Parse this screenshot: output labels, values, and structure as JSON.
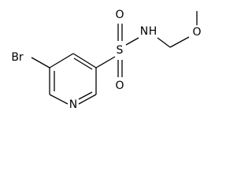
{
  "structure": {
    "atoms": {
      "bromine": "Br",
      "ring_nitrogen": "N",
      "sulfur": "S",
      "sulfonyl_oxygen_top": "O",
      "sulfonyl_oxygen_bottom": "O",
      "amide_nitrogen": "N",
      "amide_hydrogen": "H",
      "ether_oxygen": "O"
    }
  }
}
